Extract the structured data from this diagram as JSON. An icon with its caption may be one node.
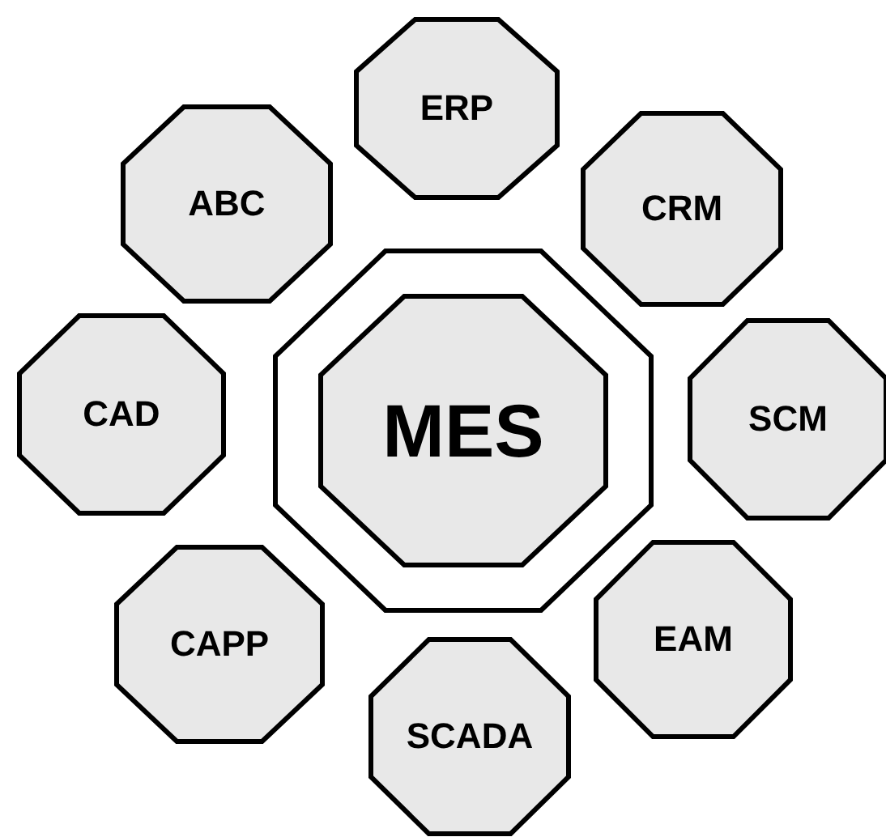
{
  "diagram": {
    "nodes": [
      {
        "text": [
          "ERP"
        ]
      },
      {
        "text": [
          "ABC"
        ]
      },
      {
        "text": [
          "CRM"
        ]
      },
      {
        "text": [],
        "shape": "octagon"
      },
      {
        "text": [
          "MES"
        ],
        "in": 3
      },
      {
        "text": [
          "CAD"
        ]
      },
      {
        "text": [
          "SCM"
        ]
      },
      {
        "text": [
          "CAPP"
        ]
      },
      {
        "text": [
          "EAM"
        ]
      },
      {
        "text": [
          "SCADA"
        ]
      }
    ]
  }
}
